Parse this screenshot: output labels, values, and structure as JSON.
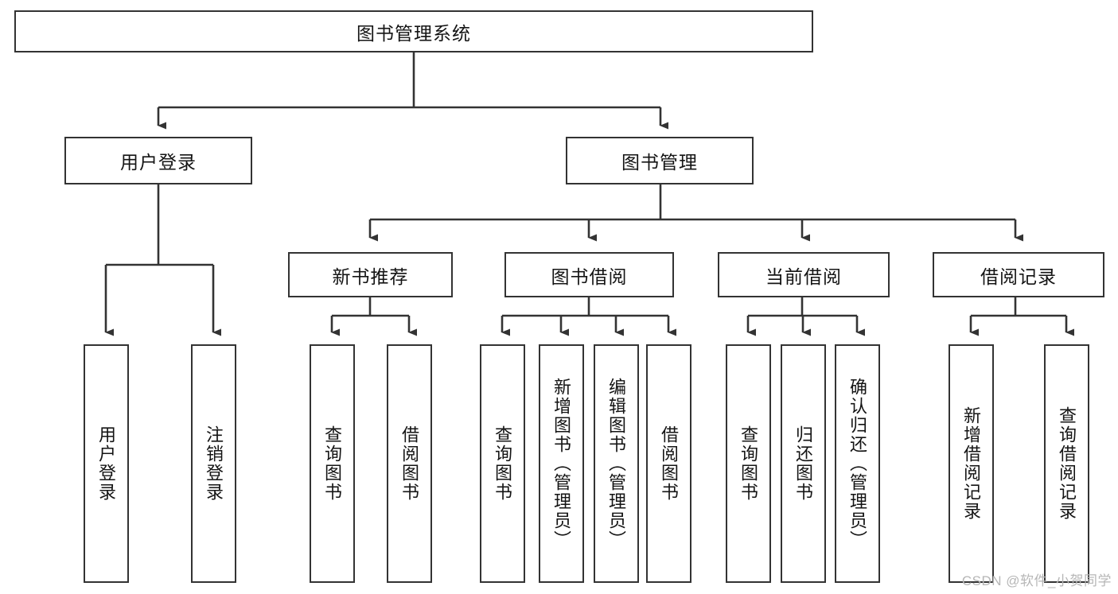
{
  "diagram": {
    "type": "tree-hierarchy",
    "title": "图书管理系统",
    "background_color": "#ffffff",
    "line_color": "#333333",
    "box_border_color": "#333333",
    "box_fill_color": "#ffffff",
    "text_color": "#141414"
  },
  "nodes": {
    "root": {
      "label": "图书管理系统",
      "level": 0
    },
    "l1": [
      {
        "id": "user_login",
        "label": "用户登录",
        "level": 1
      },
      {
        "id": "book_manage",
        "label": "图书管理",
        "level": 1
      }
    ],
    "l2": [
      {
        "id": "new_book_rec",
        "label": "新书推荐",
        "level": 2,
        "parent": "book_manage"
      },
      {
        "id": "book_borrow",
        "label": "图书借阅",
        "level": 2,
        "parent": "book_manage"
      },
      {
        "id": "current_borrow",
        "label": "当前借阅",
        "level": 2,
        "parent": "book_manage"
      },
      {
        "id": "borrow_record",
        "label": "借阅记录",
        "level": 2,
        "parent": "book_manage"
      }
    ],
    "leaves": [
      {
        "id": "leaf_user_login",
        "label": "用户登录",
        "parent": "user_login"
      },
      {
        "id": "leaf_user_logout",
        "label": "注销登录",
        "parent": "user_login"
      },
      {
        "id": "leaf_rec_query",
        "label": "查询图书",
        "parent": "new_book_rec"
      },
      {
        "id": "leaf_rec_borrow",
        "label": "借阅图书",
        "parent": "new_book_rec"
      },
      {
        "id": "leaf_borrow_query",
        "label": "查询图书",
        "parent": "book_borrow"
      },
      {
        "id": "leaf_borrow_add",
        "label": "新增图书（管理员）",
        "parent": "book_borrow"
      },
      {
        "id": "leaf_borrow_edit",
        "label": "编辑图书（管理员）",
        "parent": "book_borrow"
      },
      {
        "id": "leaf_borrow_lend",
        "label": "借阅图书",
        "parent": "book_borrow"
      },
      {
        "id": "leaf_cur_query",
        "label": "查询图书",
        "parent": "current_borrow"
      },
      {
        "id": "leaf_cur_return",
        "label": "归还图书",
        "parent": "current_borrow"
      },
      {
        "id": "leaf_cur_confirm",
        "label": "确认归还（管理员）",
        "parent": "current_borrow"
      },
      {
        "id": "leaf_rec_add",
        "label": "新增借阅记录",
        "parent": "borrow_record"
      },
      {
        "id": "leaf_rec_query2",
        "label": "查询借阅记录",
        "parent": "borrow_record"
      }
    ]
  },
  "watermark": {
    "text": "CSDN @软件_小贺同学"
  }
}
